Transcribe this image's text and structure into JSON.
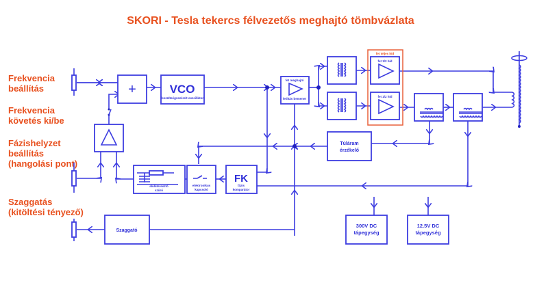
{
  "title": "SKORI - Tesla tekercs félvezetős meghajtó tömbvázlata",
  "colors": {
    "label": "#e8501e",
    "line": "#3c3ce0",
    "highlight": "#e8603a"
  },
  "labels": {
    "freq_set": [
      "Frekvencia",
      "beállítás"
    ],
    "freq_track": [
      "Frekvencia",
      "követés ki/be"
    ],
    "phase": [
      "Fázishelyzet",
      "beállítás",
      "(hangolási pont)"
    ],
    "chopping": [
      "Szaggatás",
      "(kitöltési tényező)"
    ]
  },
  "blocks": {
    "summer": "+",
    "vco": {
      "title": "VCO",
      "sub": "feszültségvezérelt oszcillátor"
    },
    "driver": {
      "title": "fet meghajtó",
      "sub": "letiltás bemenet"
    },
    "full_bridge": "fet teljes híd",
    "half_bridge_1": "fet 1/2 híd",
    "half_bridge_2": "fet 1/2 híd",
    "overcurrent": [
      "Túláram",
      "érzékelő"
    ],
    "fk": {
      "title": "FK",
      "sub": [
        "fázis",
        "komparátor"
      ]
    },
    "switch": [
      "elektronikus",
      "kapcsoló"
    ],
    "filter": [
      "aluláteresztő",
      "szűrő"
    ],
    "chopper": "Szaggató",
    "psu_300": [
      "300V DC",
      "tápegység"
    ],
    "psu_12": [
      "12.5V DC",
      "tápegység"
    ]
  }
}
